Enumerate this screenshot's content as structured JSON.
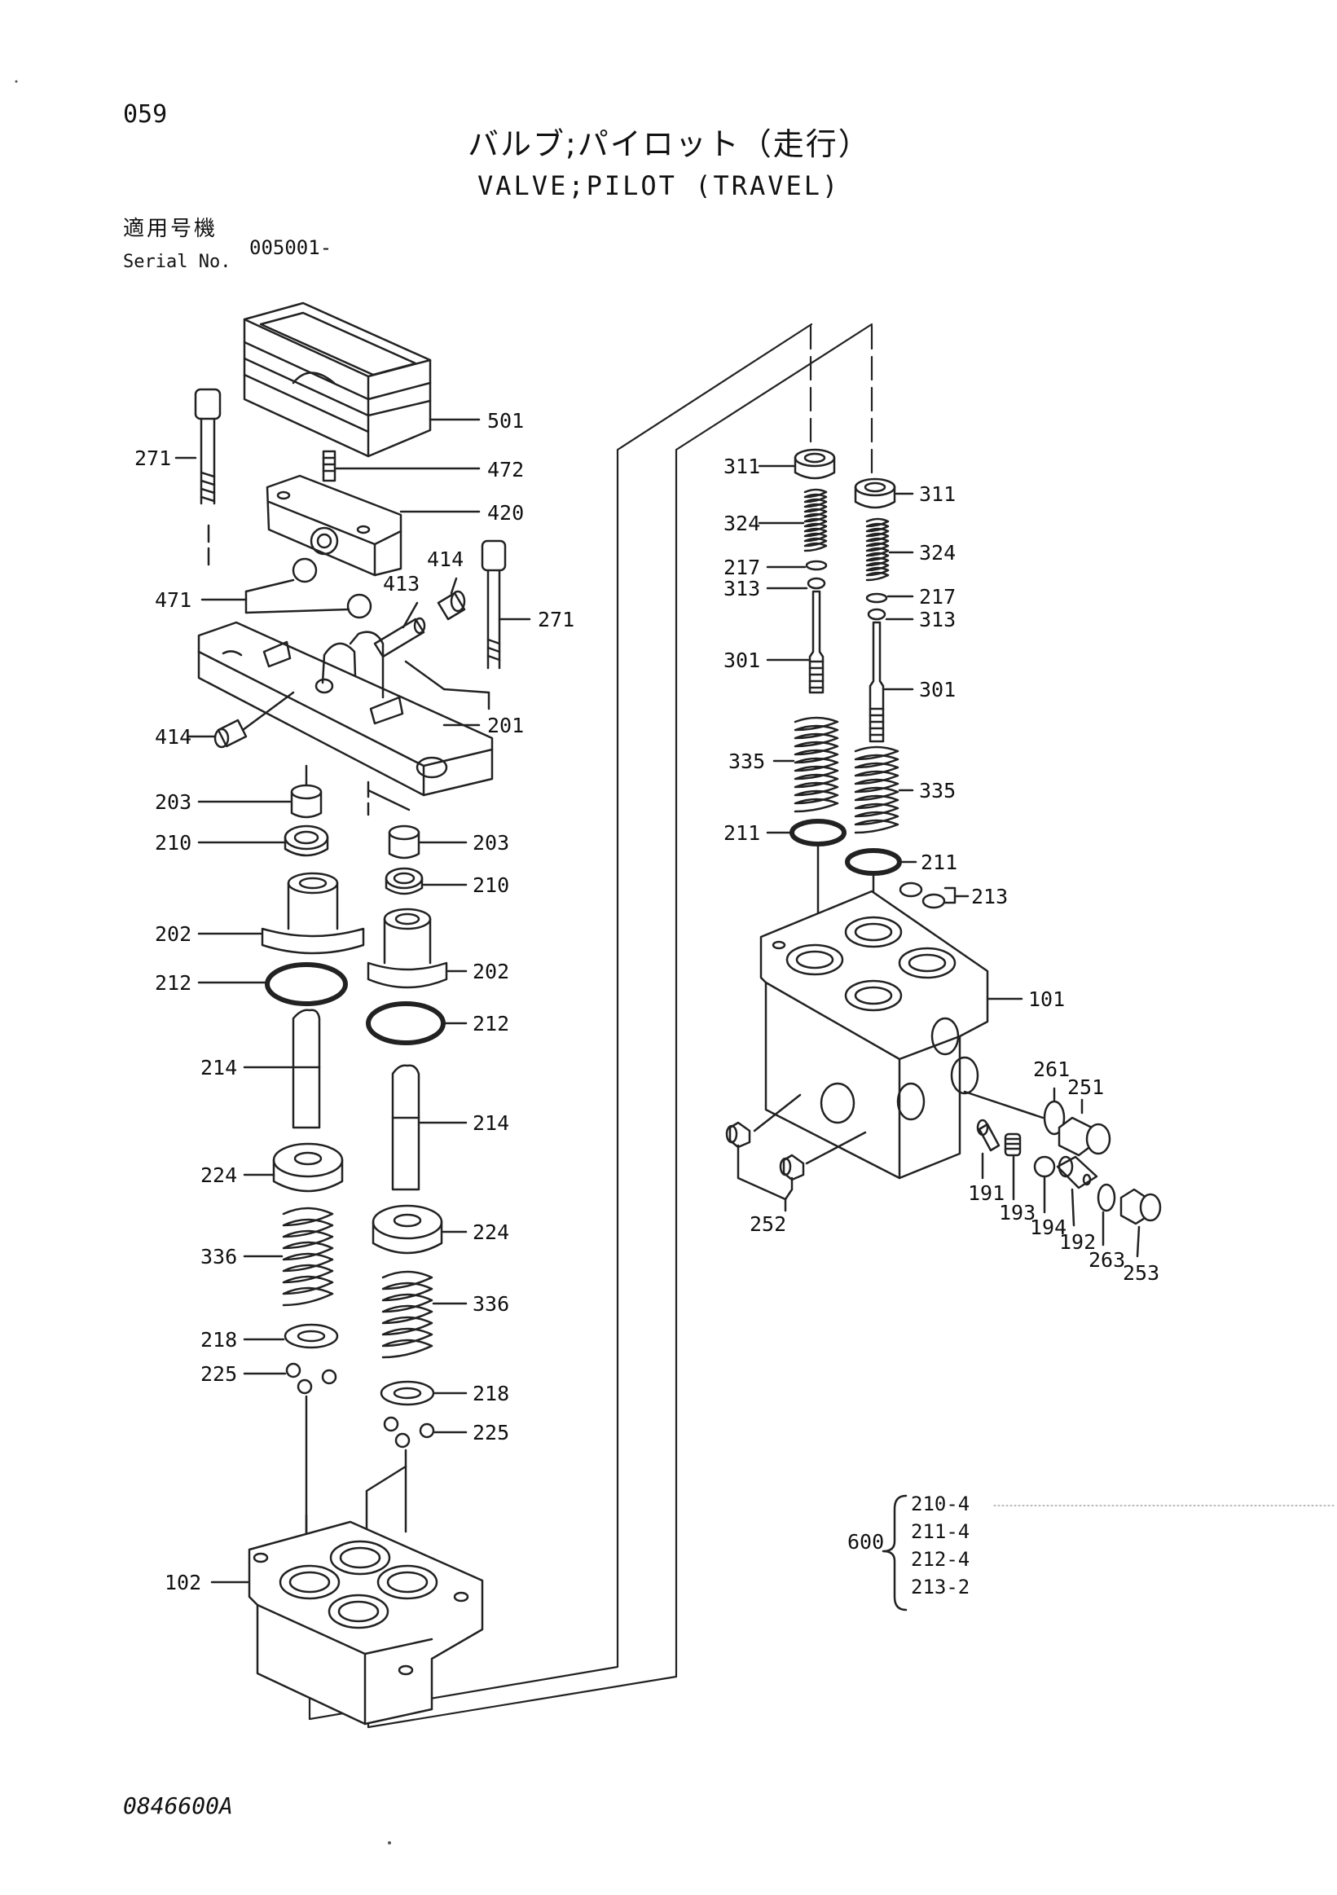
{
  "header": {
    "page_number": "059",
    "title_jp": "バルブ;パイロット（走行）",
    "title_en": "VALVE;PILOT (TRAVEL)",
    "serial_label_jp": "適用号機",
    "serial_label_en": "Serial No.",
    "serial_value": "005001-"
  },
  "callouts": {
    "c501": "501",
    "c472": "472",
    "c420": "420",
    "c271a": "271",
    "c271b": "271",
    "c414a": "414",
    "c414b": "414",
    "c413": "413",
    "c471": "471",
    "c201": "201",
    "c203a": "203",
    "c203b": "203",
    "c210a": "210",
    "c210b": "210",
    "c202a": "202",
    "c202b": "202",
    "c212a": "212",
    "c212b": "212",
    "c214a": "214",
    "c214b": "214",
    "c224a": "224",
    "c224b": "224",
    "c336a": "336",
    "c336b": "336",
    "c218a": "218",
    "c218b": "218",
    "c225a": "225",
    "c225b": "225",
    "c102": "102",
    "c311a": "311",
    "c311b": "311",
    "c324a": "324",
    "c324b": "324",
    "c217a": "217",
    "c217b": "217",
    "c313a": "313",
    "c313b": "313",
    "c301a": "301",
    "c301b": "301",
    "c335a": "335",
    "c335b": "335",
    "c211a": "211",
    "c211b": "211",
    "c213": "213",
    "c101": "101",
    "c261": "261",
    "c251": "251",
    "c252": "252",
    "c191": "191",
    "c193": "193",
    "c194": "194",
    "c192": "192",
    "c263": "263",
    "c253": "253"
  },
  "kit": {
    "label": "600",
    "items": [
      "210-4",
      "211-4",
      "212-4",
      "213-2"
    ]
  },
  "footer": {
    "drawing_code": "0846600A"
  }
}
